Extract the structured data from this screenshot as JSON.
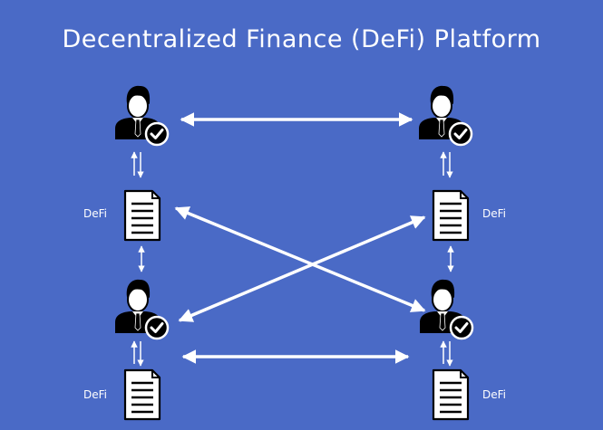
{
  "title": "Decentralized Finance (DeFi) Platform",
  "colors": {
    "background": "#4a6ac6",
    "foreground": "#ffffff",
    "ink": "#000000"
  },
  "icons": {
    "user": "user-verified-icon",
    "document": "document-icon"
  },
  "labels": {
    "doc_top_left": "DeFi",
    "doc_top_right": "DeFi",
    "doc_bottom_left": "DeFi",
    "doc_bottom_right": "DeFi"
  }
}
